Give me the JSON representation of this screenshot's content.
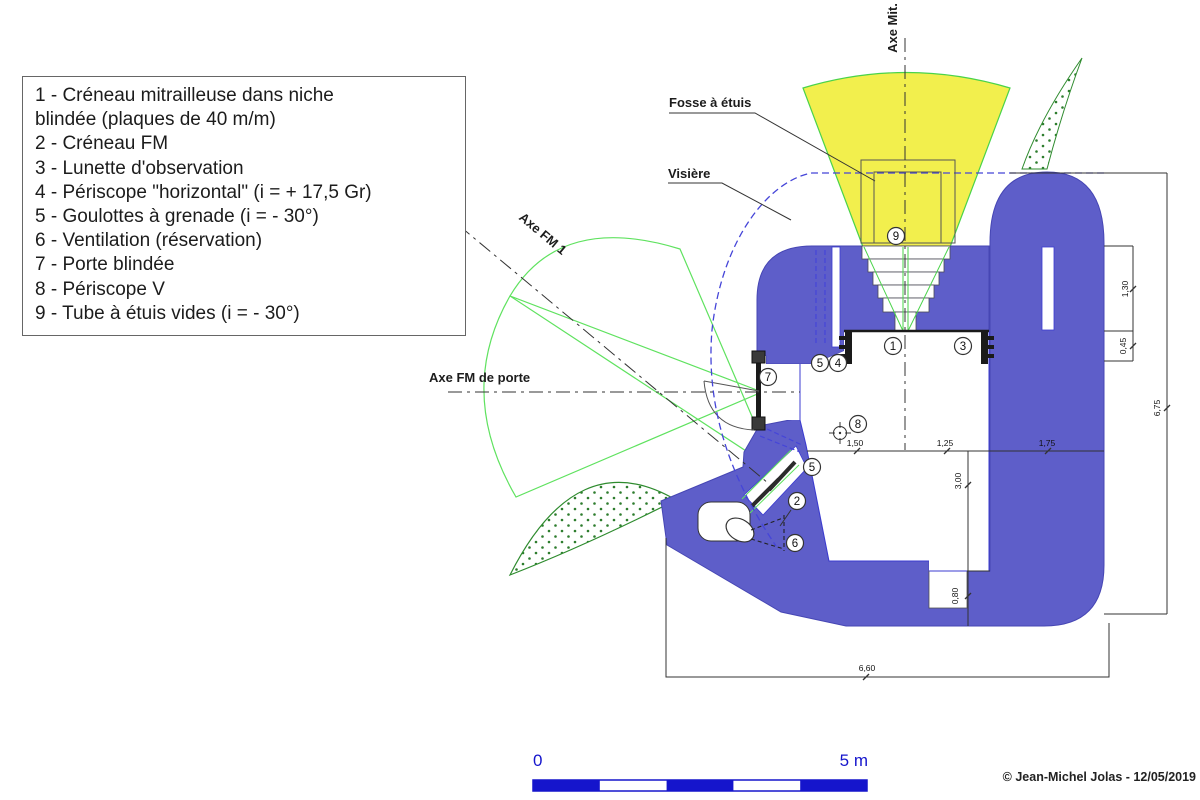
{
  "legend": {
    "lines": [
      "1 - Créneau mitrailleuse dans niche",
      "blindée (plaques de 40 m/m)",
      "2 - Créneau FM",
      "3 - Lunette d'observation",
      "4 - Périscope \"horizontal\" (i = + 17,5 Gr)",
      "5 - Goulottes à grenade (i = - 30°)",
      "6 - Ventilation (réservation)",
      "7 - Porte blindée",
      "8 - Périscope V",
      "9 - Tube à étuis vides (i = - 30°)"
    ]
  },
  "labels": {
    "axe_mit": "Axe Mit.",
    "fosse": "Fosse à étuis",
    "visiere": "Visière",
    "axe_fm1": "Axe FM 1",
    "axe_fm_porte": "Axe FM de porte"
  },
  "dims": {
    "d130": "1,30",
    "d045": "0,45",
    "d675": "6,75",
    "d150": "1,50",
    "d125": "1,25",
    "d175": "1,75",
    "d300": "3,00",
    "d080": "0,80",
    "d660": "6,60"
  },
  "callouts": {
    "c1": "1",
    "c2": "2",
    "c3": "3",
    "c4": "4",
    "c5a": "5",
    "c5b": "5",
    "c6": "6",
    "c7": "7",
    "c8": "8",
    "c9": "9"
  },
  "scalebar": {
    "zero": "0",
    "five": "5 m"
  },
  "credit": "© Jean-Michel Jolas - 12/05/2019",
  "colors": {
    "wall_blue": "#5e5ec9",
    "cone_yellow": "#f2ef4d",
    "arc_green": "#5fe25f",
    "stipple_green": "#2e7d2e",
    "hidden_blue_dash": "#4545d8",
    "scale_blue": "#1515cc",
    "ink": "#333333"
  }
}
